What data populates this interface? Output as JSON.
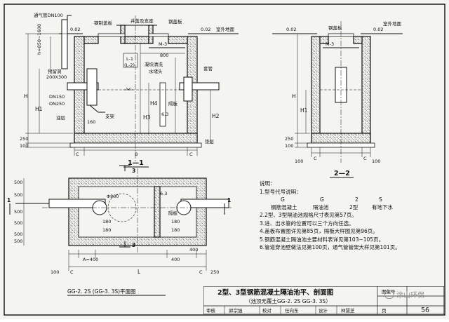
{
  "labels": {
    "vent_pipe": "通气管DN100",
    "rebar_cover": "钢制盖板",
    "shaft_cover": "井盖及支座",
    "steel_cover": "钢盖板",
    "outdoor_ground_1": "室外地面",
    "outdoor_ground_2": "室外地面",
    "steel_cover_22": "钢盖板",
    "d002_a": "0.02",
    "d002_b": "0.02",
    "d002_c": "0.02",
    "d002_d": "0.02",
    "h_range": "h=850~1600",
    "opening": "预留洞",
    "opening_size": "200X300",
    "dn150": "DN150",
    "dn250": "DN250",
    "fat_well": "油层",
    "support": "支架",
    "scum_plug": "凝块清洗",
    "water_plug": "水堵头",
    "casing": "套管",
    "baffle": "隔板",
    "baffle2": "隔板",
    "bedding": "垫层",
    "m3": "M-3",
    "m3_b": "M-3",
    "l1": "L-1",
    "l2": "(L-2)",
    "d800": "800",
    "d0_02": "0.02",
    "d160": "160",
    "d6_3": "6.3",
    "d6_3b": "6.3",
    "H": "H",
    "H1": "H1",
    "H2": "H2",
    "H3": "H3",
    "H4": "H4",
    "H_b": "H",
    "H1_b": "H1",
    "d250": "250",
    "d100": "100",
    "d250b": "250",
    "d100b": "100",
    "d500a": "500",
    "d500b": "500",
    "d500c": "500",
    "d500d": "500",
    "d500e": "500",
    "d500f": "500",
    "d180a": "180",
    "d180b": "180",
    "d180c": "180",
    "d180d": "180",
    "d400a": "400",
    "d400b": "400",
    "A400": "A=400",
    "L": "L",
    "B": "B",
    "C": "C",
    "C2": "C",
    "C3": "C",
    "C4": "C",
    "d100s": "100",
    "d100t": "100",
    "d100u": "100",
    "d250s": "250",
    "d800b": "Φ800",
    "sec11": "1—1",
    "sec22": "2—2",
    "mark1a": "1",
    "mark1b": "1",
    "mark3a": "3",
    "mark3b": "3",
    "plan_caption": "GG-2. 2S  (GG-3. 3S)平面图",
    "watermark": "涂山环保"
  },
  "notes": {
    "heading": "说明：",
    "n1": "1.型号代号说明：",
    "code_g1": "G",
    "code_g2": "G",
    "code_2": "2",
    "code_s": "S",
    "code_desc1": "钢筋混凝土",
    "code_desc2": "隔油池",
    "code_desc3": "2型",
    "code_desc4": "有地下水",
    "n2": "2.2型、3型隔油池规格尺寸表见第57页。",
    "n3": "3.进、出水管的位置可以三个方向任选。",
    "n4": "4.盖板布置图详见第85页，隔板大样图见第96页。",
    "n5": "5.钢筋混凝土隔油池主要材料表详见第103~105页。",
    "n6": "6.管道穿池壁做法见第100页，通气管管架大样见第101页。"
  },
  "title_block": {
    "title": "2型、3型钢筋混凝土隔油池平、剖面图",
    "subtitle": "（池顶无覆土GG-2. 2S  GG-3. 3S）",
    "atlas_label": "图集号",
    "page_label": "页",
    "page": "56",
    "review_label": "审核",
    "review_name": "郭宗旭",
    "check_label": "校对",
    "check_name": "任向东",
    "design_label": "设计",
    "design_name": "林慧芝"
  }
}
